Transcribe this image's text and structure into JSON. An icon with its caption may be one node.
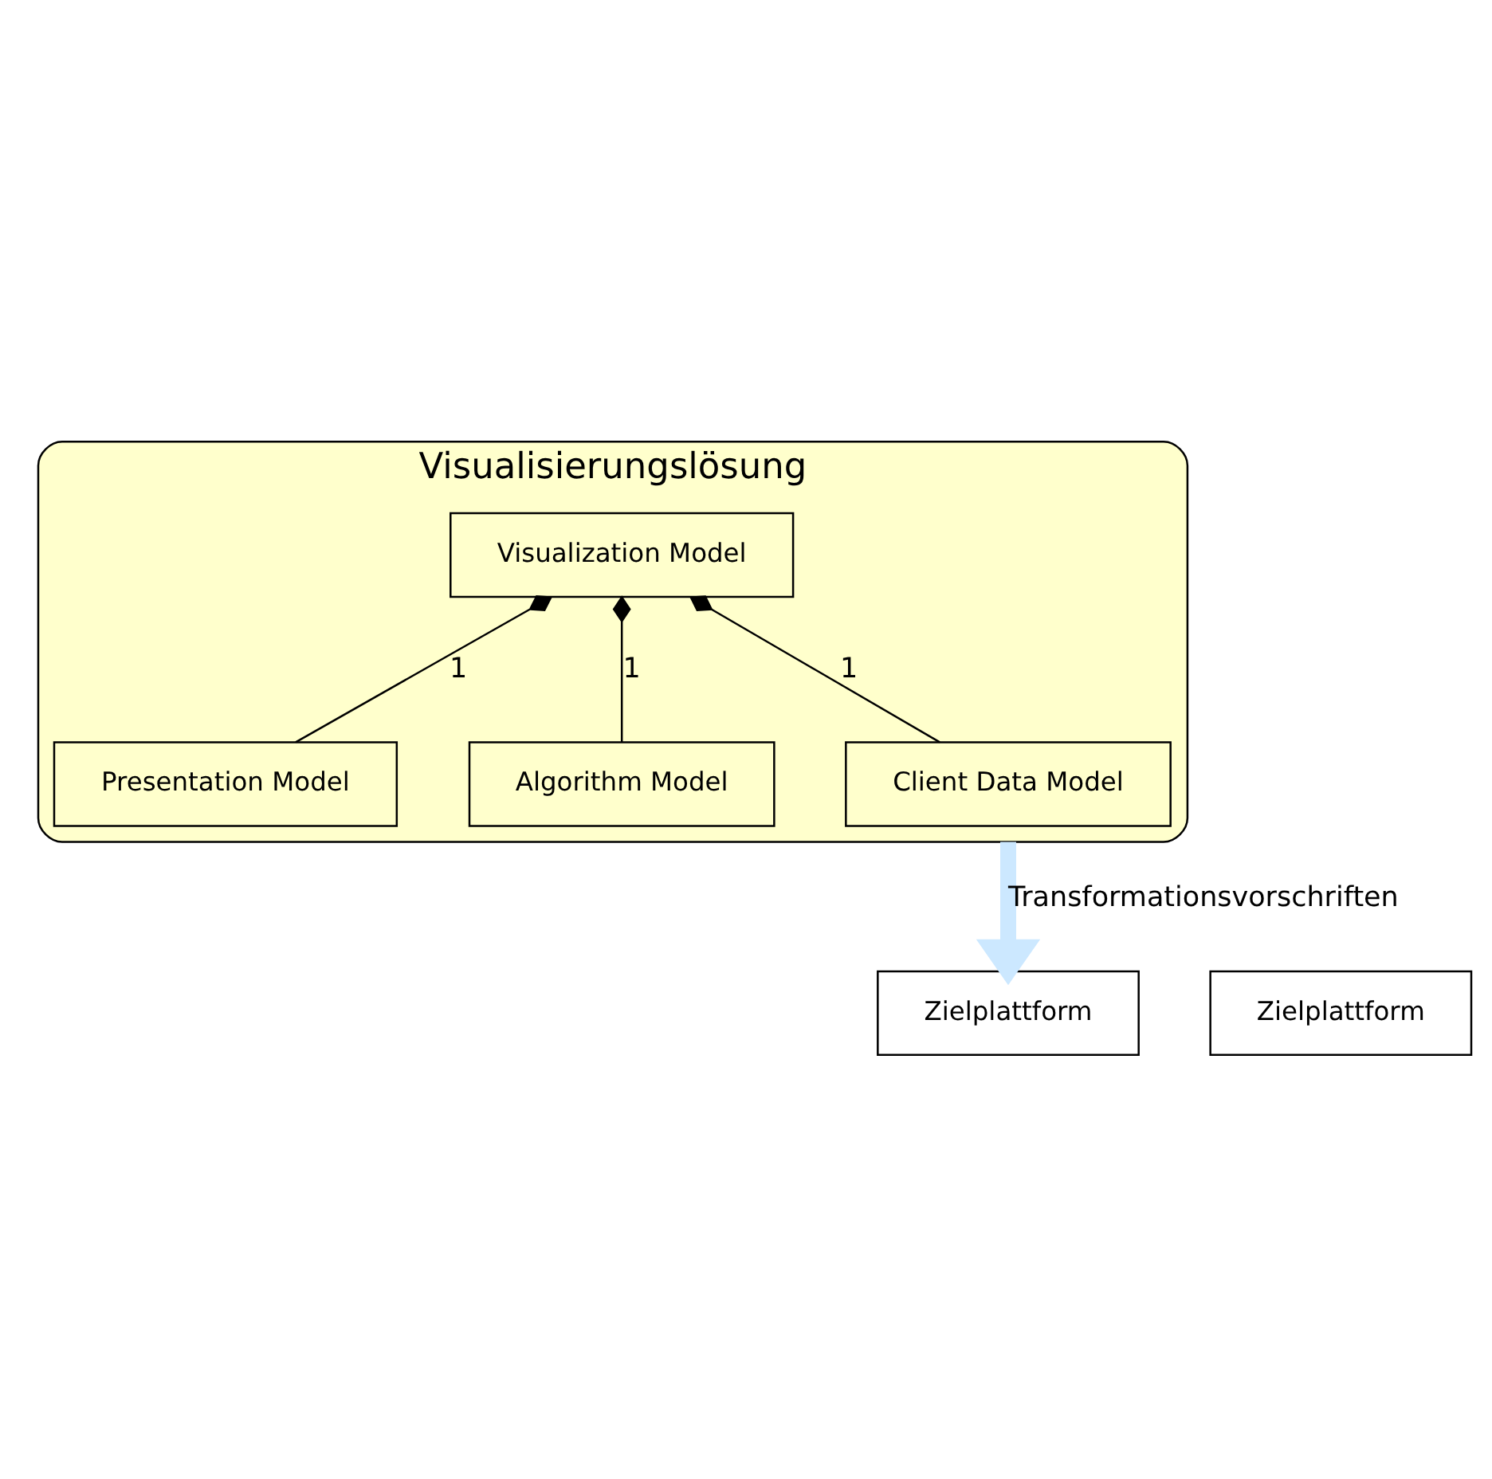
{
  "diagram": {
    "nodes": [
      {
        "text": [
          "Visualisierungslösung"
        ]
      },
      {
        "text": [
          "Visualization Model"
        ],
        "in": 0
      },
      {
        "text": [
          "Presentation Model"
        ],
        "in": 0
      },
      {
        "text": [
          "Algorithm Model"
        ],
        "in": 0
      },
      {
        "text": [
          "Client Data Model"
        ],
        "in": 0
      },
      {
        "text": [
          "Zielplattform"
        ]
      },
      {
        "text": [
          "Zielplattform"
        ]
      }
    ],
    "edges": [
      {
        "from": 1,
        "to": 2,
        "arrow": "other",
        "label": "1"
      },
      {
        "from": 1,
        "to": 3,
        "arrow": "other",
        "label": "1"
      },
      {
        "from": 1,
        "to": 4,
        "arrow": "other",
        "label": "1"
      },
      {
        "from": 0,
        "to": 5,
        "arrow": "to",
        "label": "Transformationsvorschriften",
        "style": "thick",
        "color": "#cce8ff"
      }
    ]
  }
}
